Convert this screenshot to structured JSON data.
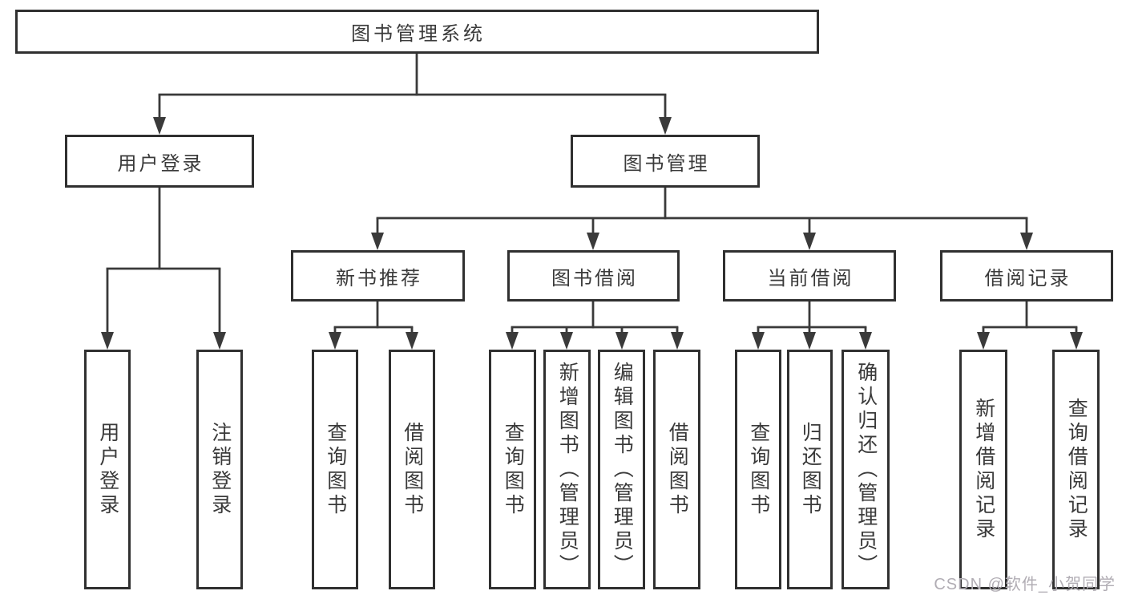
{
  "diagram": {
    "root": {
      "label": "图书管理系统"
    },
    "branches": [
      {
        "label": "用户登录",
        "children": [
          {
            "label": "用户登录"
          },
          {
            "label": "注销登录"
          }
        ]
      },
      {
        "label": "图书管理",
        "children": [
          {
            "label": "新书推荐",
            "children": [
              {
                "label": "查询图书"
              },
              {
                "label": "借阅图书"
              }
            ]
          },
          {
            "label": "图书借阅",
            "children": [
              {
                "label": "查询图书"
              },
              {
                "label": "新增图书（管理员）"
              },
              {
                "label": "编辑图书（管理员）"
              },
              {
                "label": "借阅图书"
              }
            ]
          },
          {
            "label": "当前借阅",
            "children": [
              {
                "label": "查询图书"
              },
              {
                "label": "归还图书"
              },
              {
                "label": "确认归还（管理员）"
              }
            ]
          },
          {
            "label": "借阅记录",
            "children": [
              {
                "label": "新增借阅记录"
              },
              {
                "label": "查询借阅记录"
              }
            ]
          }
        ]
      }
    ]
  },
  "watermark": {
    "text": "CSDN @软件_小贺同学"
  },
  "colors": {
    "line": "#3a3a3a",
    "border": "#303030",
    "box_fill": "#ffffff",
    "text": "#3a3a3a",
    "watermark": "#b1adb4",
    "background": "#ffffff"
  }
}
